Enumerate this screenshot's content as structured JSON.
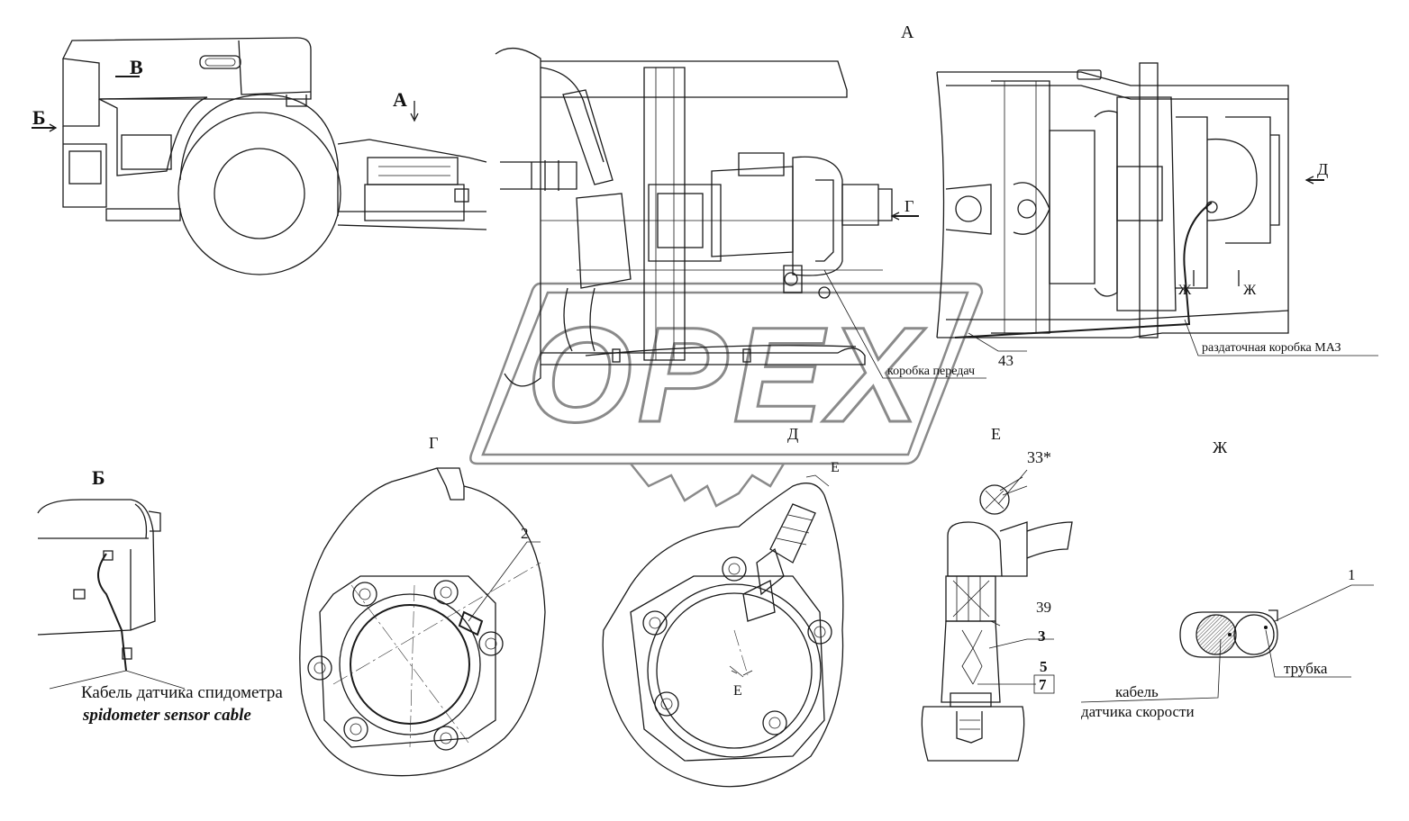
{
  "views": {
    "A": "А",
    "B": "Б",
    "V": "В",
    "G": "Г",
    "D": "Д",
    "E": "Е",
    "Zh": "Ж"
  },
  "callouts": {
    "c1": "1",
    "c2": "2",
    "c3": "3",
    "c5": "5",
    "c7": "7",
    "c33": "33*",
    "c39": "39",
    "c43": "43"
  },
  "labels": {
    "gearbox": "коробка передач",
    "transfer_case": "раздаточная коробка МАЗ",
    "tube": "трубка",
    "speed_cable_line1": "кабель",
    "speed_cable_line2": "датчика скорости",
    "speedo_cable_ru": "Кабель датчика спидометра",
    "speedo_cable_en": "spidometer sensor cable"
  },
  "watermark": {
    "text": "OPEX"
  }
}
